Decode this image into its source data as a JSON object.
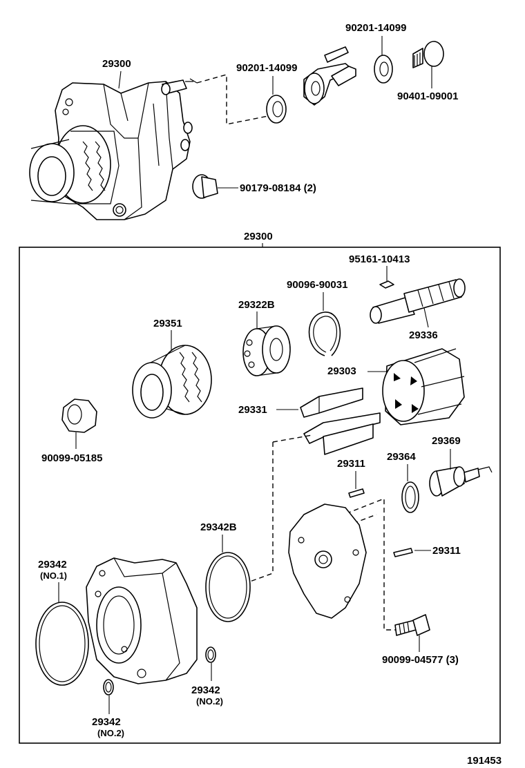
{
  "diagram_id": "191453",
  "assembly_label": "29300",
  "top_section": {
    "pump_label": "29300",
    "washer_left_label": "90201-14099",
    "washer_right_label": "90201-14099",
    "union_bolt_label": "90401-09001",
    "plug_label": "90179-08184 (2)"
  },
  "box_section": {
    "box_label": "29300",
    "key_label": "95161-10413",
    "snap_ring_label": "90096-90031",
    "bearing_label": "29322B",
    "gear_label": "29351",
    "shaft_label": "29336",
    "rotor_label": "29303",
    "vane_label": "29331",
    "nut_label": "90099-05185",
    "pin_upper_label": "29311",
    "oring_small_label": "29364",
    "check_valve_label": "29369",
    "oring_mid_label": "29342B",
    "pin_right_label": "29311",
    "oring_no1_label": "29342",
    "oring_no1_sub": "(NO.1)",
    "oring_no2_right_label": "29342",
    "oring_no2_right_sub": "(NO.2)",
    "oring_no2_bottom_label": "29342",
    "oring_no2_bottom_sub": "(NO.2)",
    "bolt_label": "90099-04577 (3)"
  }
}
